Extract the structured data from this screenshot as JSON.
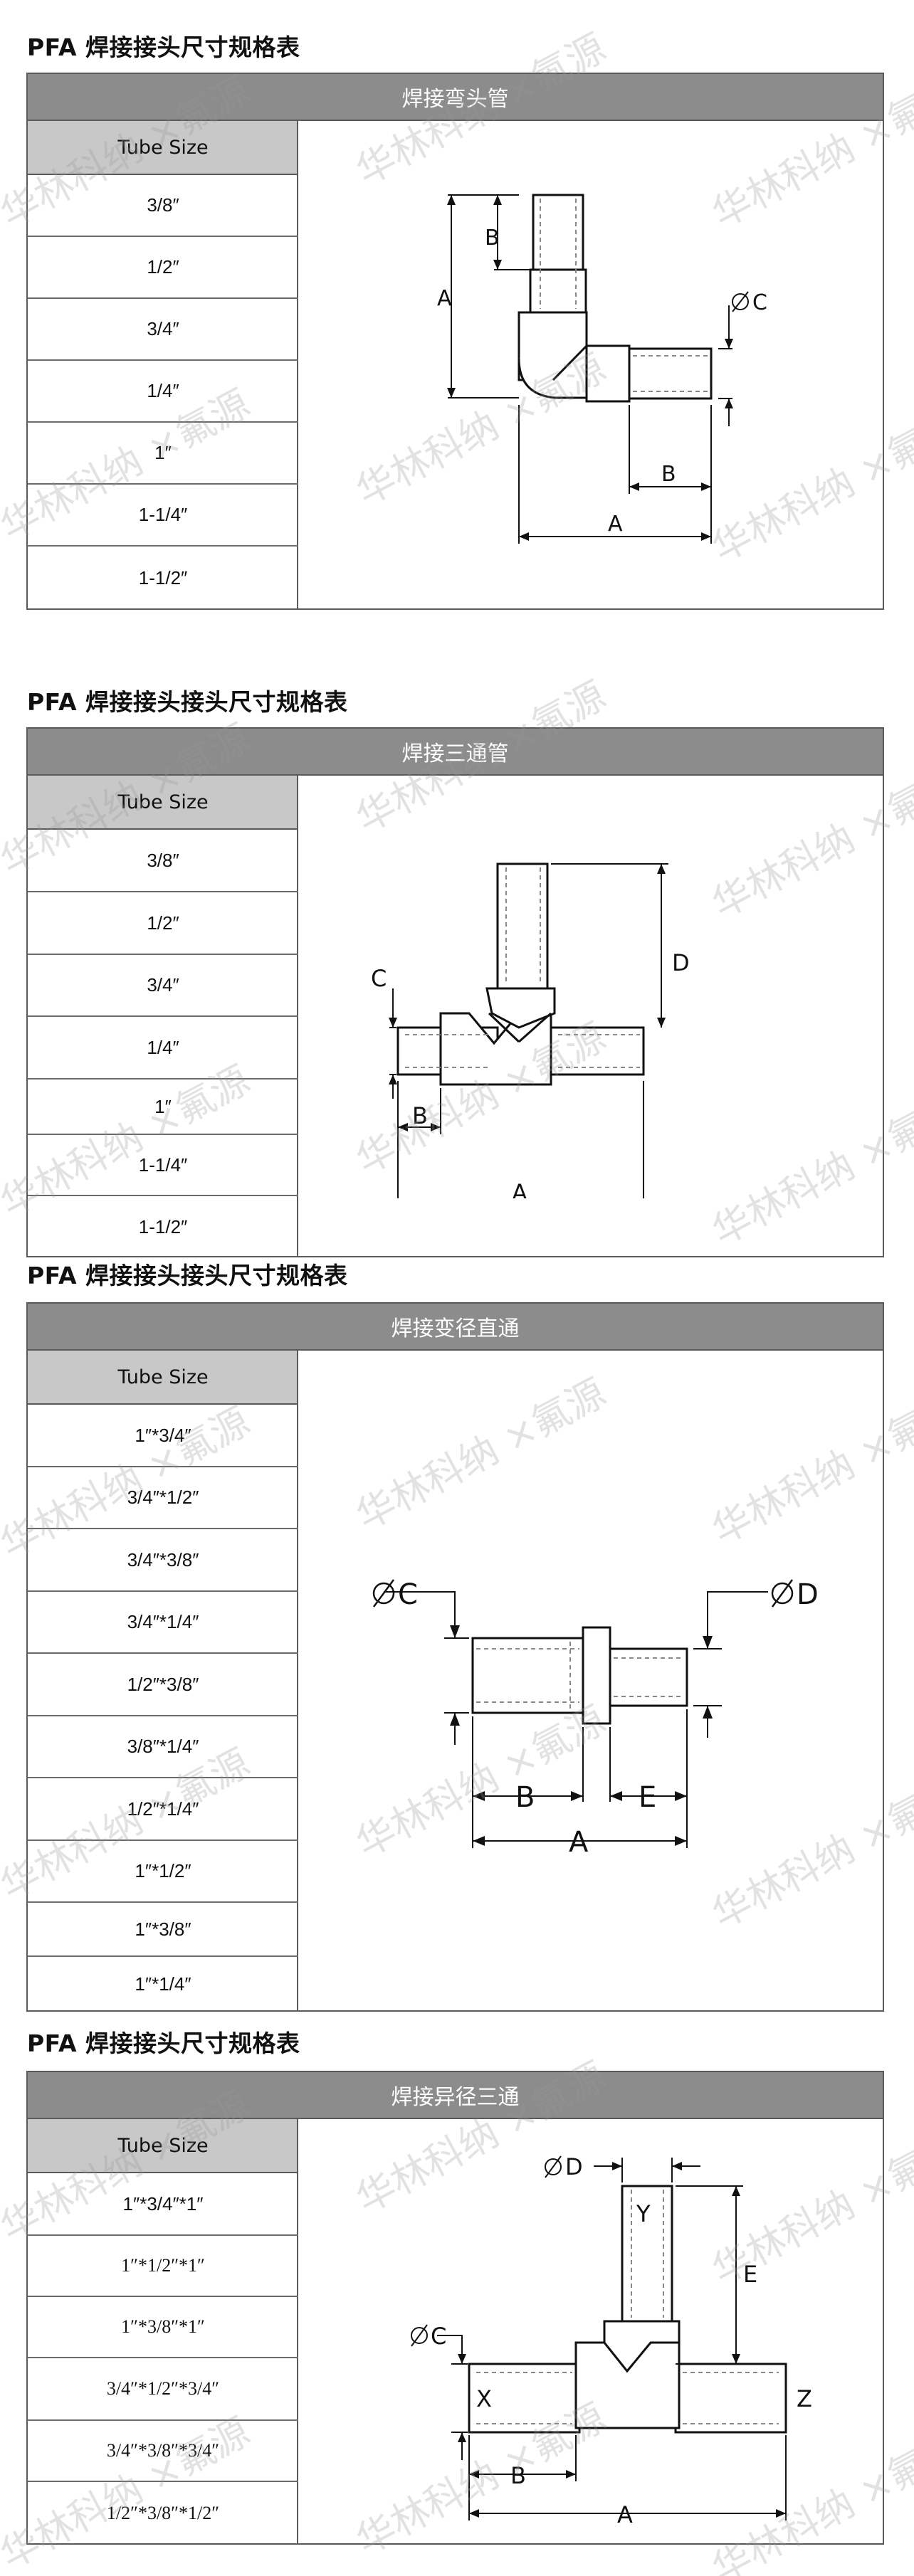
{
  "sections": [
    {
      "title": "PFA 焊接接头尺寸规格表",
      "band": "焊接弯头管",
      "column_header": "Tube Size",
      "sizes": [
        "3/8″",
        "1/2″",
        "3/4″",
        "1/4″",
        "1″",
        "1-1/4″",
        "1-1/2″"
      ],
      "dim_labels": {
        "a": "A",
        "b": "B",
        "c": "C",
        "b2": "B",
        "a2": "A"
      }
    },
    {
      "title": "PFA 焊接接头接头尺寸规格表",
      "band": "焊接三通管",
      "column_header": "Tube Size",
      "sizes": [
        "3/8″",
        "1/2″",
        "3/4″",
        "1/4″",
        "1″",
        "1-1/4″",
        "1-1/2″"
      ],
      "dim_labels": {
        "c": "C",
        "d": "D",
        "b": "B",
        "a": "A"
      }
    },
    {
      "title": "PFA 焊接接头接头尺寸规格表",
      "band": "焊接变径直通",
      "column_header": "Tube Size",
      "sizes": [
        "1″*3/4″",
        "3/4″*1/2″",
        "3/4″*3/8″",
        "3/4″*1/4″",
        "1/2″*3/8″",
        "3/8″*1/4″",
        "1/2″*1/4″",
        "1″*1/2″",
        "1″*3/8″",
        "1″*1/4″"
      ],
      "dim_labels": {
        "c": "C",
        "d": "D",
        "b": "B",
        "e": "E",
        "a": "A"
      }
    },
    {
      "title": "PFA 焊接接头尺寸规格表",
      "band": "焊接异径三通",
      "column_header": "Tube Size",
      "sizes": [
        "1″*3/4″*1″",
        "1″*1/2″*1″",
        "1″*3/8″*1″",
        "3/4″*1/2″*3/4″",
        "3/4″*3/8″*3/4″",
        "1/2″*3/8″*1/2″"
      ],
      "dim_labels": {
        "d": "D",
        "y": "Y",
        "e": "E",
        "c": "C",
        "x": "X",
        "z": "Z",
        "b": "B",
        "a": "A"
      }
    }
  ],
  "watermark_text": "华林科纳 ×氟源"
}
